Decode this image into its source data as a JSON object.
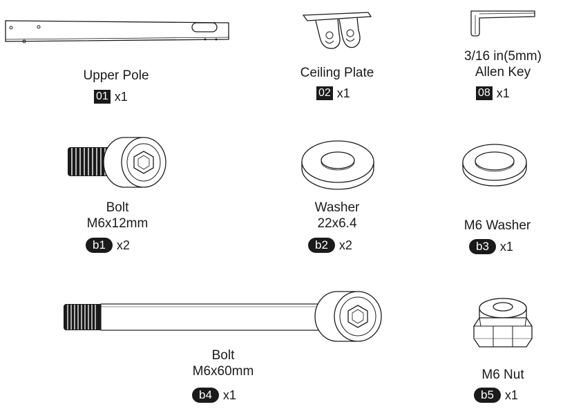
{
  "parts": [
    {
      "id": "upper-pole",
      "name": [
        "Upper Pole"
      ],
      "code": "01",
      "code_style": "square",
      "qty": "x1"
    },
    {
      "id": "ceiling-plate",
      "name": [
        "Ceiling Plate"
      ],
      "code": "02",
      "code_style": "square",
      "qty": "x1"
    },
    {
      "id": "allen-key",
      "name": [
        "3/16 in(5mm)",
        "Allen Key"
      ],
      "code": "08",
      "code_style": "square",
      "qty": "x1"
    },
    {
      "id": "bolt-short",
      "name": [
        "Bolt",
        "M6x12mm"
      ],
      "code": "b1",
      "code_style": "pill",
      "qty": "x2"
    },
    {
      "id": "washer-large",
      "name": [
        "Washer",
        "22x6.4"
      ],
      "code": "b2",
      "code_style": "pill",
      "qty": "x2"
    },
    {
      "id": "washer-m6",
      "name": [
        "M6 Washer"
      ],
      "code": "b3",
      "code_style": "pill",
      "qty": "x1"
    },
    {
      "id": "bolt-long",
      "name": [
        "Bolt",
        "M6x60mm"
      ],
      "code": "b4",
      "code_style": "pill",
      "qty": "x1"
    },
    {
      "id": "nut-m6",
      "name": [
        "M6 Nut"
      ],
      "code": "b5",
      "code_style": "pill",
      "qty": "x1"
    }
  ]
}
